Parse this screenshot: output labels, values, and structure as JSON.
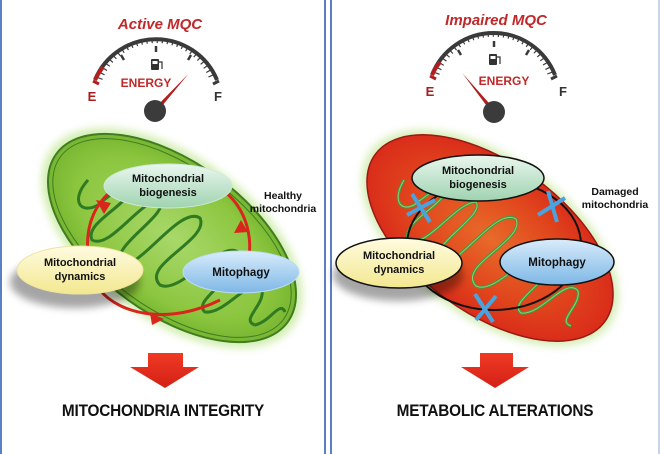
{
  "colors": {
    "accent_red": "#c0282a",
    "panel_border": "#5b7fc4",
    "healthy_green": "#8cc63f",
    "damaged_red": "#e0321c",
    "cycle_arrow_red": "#d9261c",
    "blocked_x_blue": "#4aa3df"
  },
  "left_panel": {
    "title": "Active MQC",
    "gauge": {
      "label": "ENERGY",
      "empty_label": "E",
      "full_label": "F",
      "icon": "fuel-pump-icon",
      "level_fraction": 0.8
    },
    "diagram": {
      "state_label_line1": "Healthy",
      "state_label_line2": "mitochondria",
      "nodes": {
        "biogenesis_line1": "Mitochondrial",
        "biogenesis_line2": "biogenesis",
        "dynamics_line1": "Mitochondrial",
        "dynamics_line2": "dynamics",
        "mitophagy": "Mitophagy"
      }
    },
    "outcome": "MITOCHONDRIA INTEGRITY"
  },
  "right_panel": {
    "title": "Impaired MQC",
    "gauge": {
      "label": "ENERGY",
      "empty_label": "E",
      "full_label": "F",
      "icon": "fuel-pump-icon",
      "level_fraction": 0.22
    },
    "diagram": {
      "state_label_line1": "Damaged",
      "state_label_line2": "mitochondria",
      "nodes": {
        "biogenesis_line1": "Mitochondrial",
        "biogenesis_line2": "biogenesis",
        "dynamics_line1": "Mitochondrial",
        "dynamics_line2": "dynamics",
        "mitophagy": "Mitophagy"
      }
    },
    "outcome": "METABOLIC ALTERATIONS"
  }
}
